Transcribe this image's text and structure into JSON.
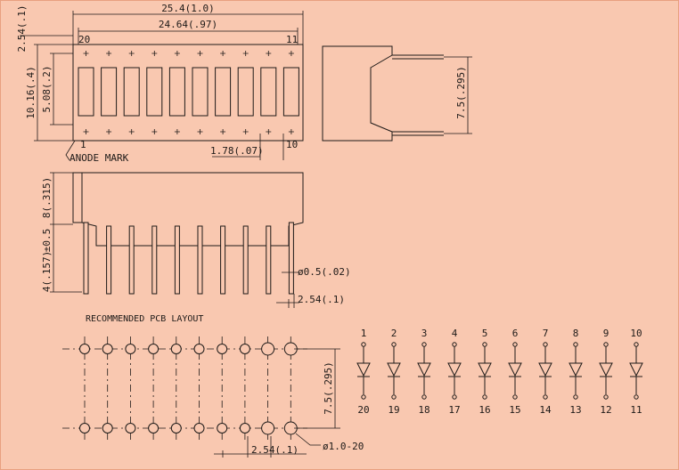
{
  "colors": {
    "background": "#f9c8b0",
    "ink": "#1e1a18",
    "border": "#e8a080"
  },
  "top_view": {
    "dim_width": "25.4(1.0)",
    "dim_inner": "24.64(.97)",
    "dim_top_offset": "2.54(.1)",
    "dim_height": "10.16(.4)",
    "dim_half_height": "5.08(.2)",
    "pin_first_top": "20",
    "pin_last_top": "11",
    "pin_first_bottom": "1",
    "pin_last_bottom": "10",
    "dim_pitch": "1.78(.07)",
    "anode_mark": "ANODE MARK"
  },
  "side_view": {
    "dim_height": "7.5(.295)"
  },
  "front_view": {
    "dim_body": "8(.315)",
    "dim_tol": "±0.5",
    "dim_pin_len": "4(.157)",
    "dim_pin_dia": "ø0.5(.02)",
    "dim_pin_pitch": "2.54(.1)"
  },
  "pcb": {
    "title": "RECOMMENDED PCB LAYOUT",
    "dim_height": "7.5(.295)",
    "dim_pitch": "2.54(.1)",
    "dim_hole": "ø1.0-20"
  },
  "schematic": {
    "anode_pins": [
      "1",
      "2",
      "3",
      "4",
      "5",
      "6",
      "7",
      "8",
      "9",
      "10"
    ],
    "cathode_pins": [
      "20",
      "19",
      "18",
      "17",
      "16",
      "15",
      "14",
      "13",
      "12",
      "11"
    ]
  }
}
